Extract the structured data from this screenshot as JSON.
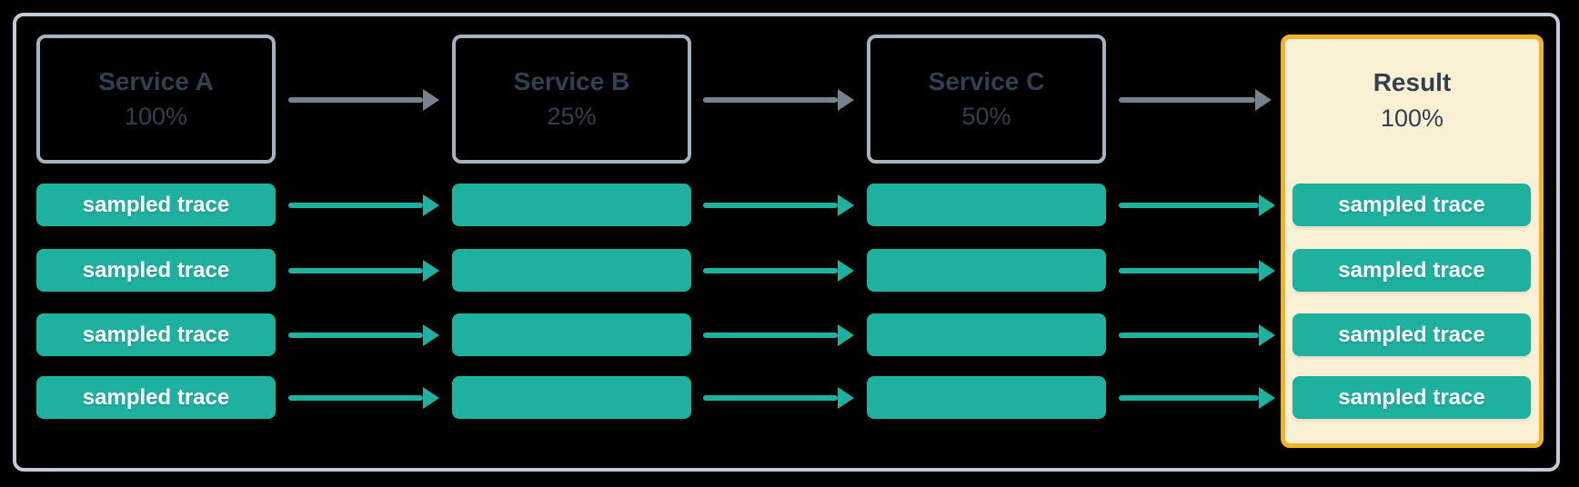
{
  "colors": {
    "background": "#000000",
    "frame-border": "#C2CBD4",
    "service-border": "#A5B3C1",
    "text-dark": "#31404F",
    "teal": "#1FB1A0",
    "arrow-gray": "#76838F",
    "result-border": "#F0B42A",
    "result-bg": "#FAF0D4",
    "trace-text": "#FFFFFF"
  },
  "columns": [
    {
      "title": "Service A",
      "value": "100%",
      "traces": [
        "sampled trace",
        "sampled trace",
        "sampled trace",
        "sampled trace"
      ]
    },
    {
      "title": "Service B",
      "value": "25%",
      "traces": [
        "",
        "",
        "",
        ""
      ]
    },
    {
      "title": "Service C",
      "value": "50%",
      "traces": [
        "",
        "",
        "",
        ""
      ]
    },
    {
      "title": "Result",
      "value": "100%",
      "traces": [
        "sampled trace",
        "sampled trace",
        "sampled trace",
        "sampled trace"
      ]
    }
  ]
}
